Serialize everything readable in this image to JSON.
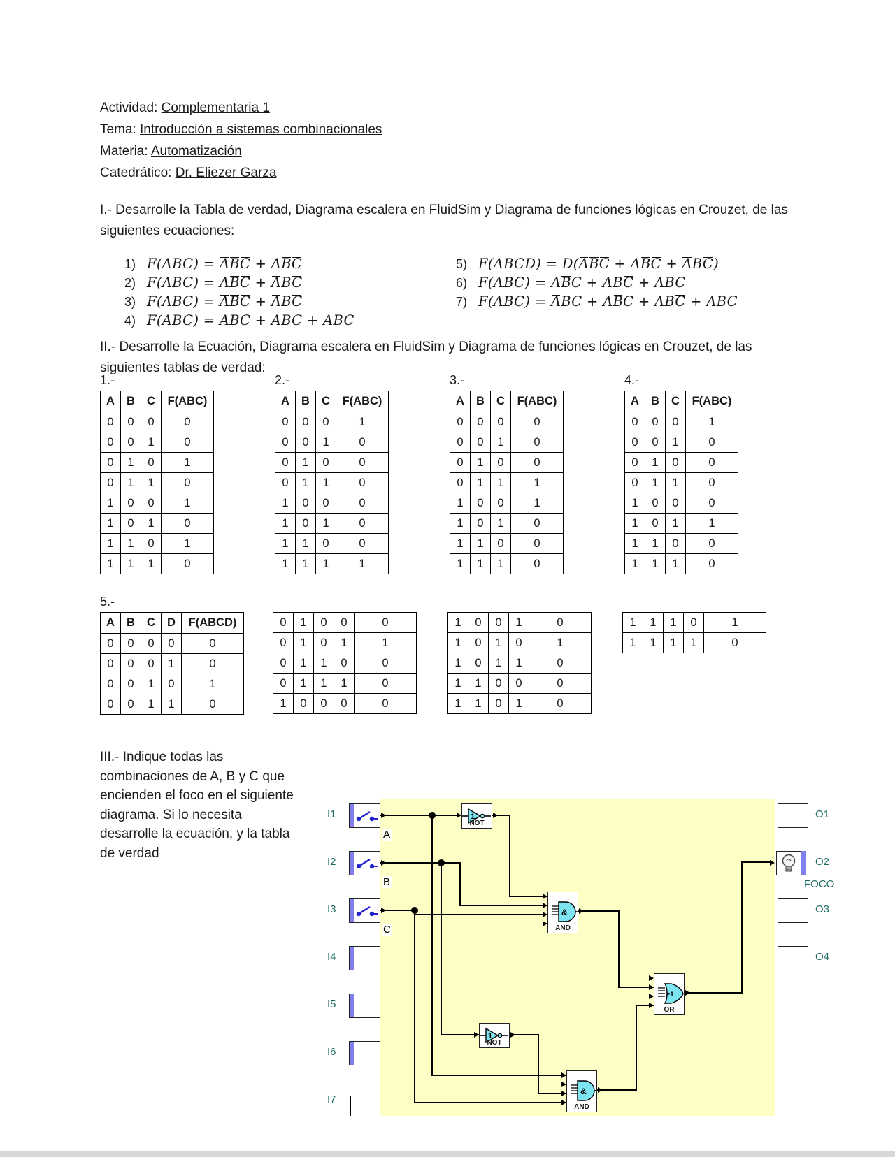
{
  "header": {
    "lines": [
      {
        "label": "Actividad: ",
        "value": "Complementaria 1"
      },
      {
        "label": "Tema: ",
        "value": "Introducción a sistemas combinacionales"
      },
      {
        "label": "Materia: ",
        "value": "Automatización"
      },
      {
        "label": "Catedrático: ",
        "value": "Dr. Eliezer Garza"
      }
    ]
  },
  "section1": {
    "intro": "I.- Desarrolle la Tabla de verdad, Diagrama escalera en FluidSim y Diagrama de funciones lógicas en Crouzet, de las siguientes ecuaciones:",
    "equations_left": [
      {
        "num": "1)",
        "expr": "F(ABC) = A̅B̅C̅ + AB̅C̅"
      },
      {
        "num": "2)",
        "expr": "F(ABC) = AB̅C̅ + A̅BC̅"
      },
      {
        "num": "3)",
        "expr": "F(ABC) = A̅B̅C̅ + A̅BC̅"
      },
      {
        "num": "4)",
        "expr": "F(ABC) = A̅B̅C̅ + ABC + A̅BC̅"
      }
    ],
    "equations_right": [
      {
        "num": "5)",
        "expr": "F(ABCD) = D(A̅B̅C̅ + AB̅C̅ + A̅BC̅)"
      },
      {
        "num": "6)",
        "expr": "F(ABC) = AB̅C + ABC̅ + ABC"
      },
      {
        "num": "7)",
        "expr": "F(ABC) = A̅BC + AB̅C + ABC̅ + ABC"
      }
    ]
  },
  "section2": {
    "intro": "II.- Desarrolle la Ecuación, Diagrama escalera en FluidSim y Diagrama de funciones lógicas en Crouzet, de las siguientes tablas de verdad:",
    "tables": [
      {
        "label": "1.-",
        "headers": [
          "A",
          "B",
          "C",
          "F(ABC)"
        ],
        "rows": [
          [
            "0",
            "0",
            "0",
            "0"
          ],
          [
            "0",
            "0",
            "1",
            "0"
          ],
          [
            "0",
            "1",
            "0",
            "1"
          ],
          [
            "0",
            "1",
            "1",
            "0"
          ],
          [
            "1",
            "0",
            "0",
            "1"
          ],
          [
            "1",
            "0",
            "1",
            "0"
          ],
          [
            "1",
            "1",
            "0",
            "1"
          ],
          [
            "1",
            "1",
            "1",
            "0"
          ]
        ]
      },
      {
        "label": "2.-",
        "headers": [
          "A",
          "B",
          "C",
          "F(ABC)"
        ],
        "rows": [
          [
            "0",
            "0",
            "0",
            "1"
          ],
          [
            "0",
            "0",
            "1",
            "0"
          ],
          [
            "0",
            "1",
            "0",
            "0"
          ],
          [
            "0",
            "1",
            "1",
            "0"
          ],
          [
            "1",
            "0",
            "0",
            "0"
          ],
          [
            "1",
            "0",
            "1",
            "0"
          ],
          [
            "1",
            "1",
            "0",
            "0"
          ],
          [
            "1",
            "1",
            "1",
            "1"
          ]
        ]
      },
      {
        "label": "3.-",
        "headers": [
          "A",
          "B",
          "C",
          "F(ABC)"
        ],
        "rows": [
          [
            "0",
            "0",
            "0",
            "0"
          ],
          [
            "0",
            "0",
            "1",
            "0"
          ],
          [
            "0",
            "1",
            "0",
            "0"
          ],
          [
            "0",
            "1",
            "1",
            "1"
          ],
          [
            "1",
            "0",
            "0",
            "1"
          ],
          [
            "1",
            "0",
            "1",
            "0"
          ],
          [
            "1",
            "1",
            "0",
            "0"
          ],
          [
            "1",
            "1",
            "1",
            "0"
          ]
        ]
      },
      {
        "label": "4.-",
        "headers": [
          "A",
          "B",
          "C",
          "F(ABC)"
        ],
        "rows": [
          [
            "0",
            "0",
            "0",
            "1"
          ],
          [
            "0",
            "0",
            "1",
            "0"
          ],
          [
            "0",
            "1",
            "0",
            "0"
          ],
          [
            "0",
            "1",
            "1",
            "0"
          ],
          [
            "1",
            "0",
            "0",
            "0"
          ],
          [
            "1",
            "0",
            "1",
            "1"
          ],
          [
            "1",
            "1",
            "0",
            "0"
          ],
          [
            "1",
            "1",
            "1",
            "0"
          ]
        ]
      }
    ],
    "table5_label": "5.-",
    "table5_fragments": [
      {
        "headers": [
          "A",
          "B",
          "C",
          "D",
          "F(ABCD)"
        ],
        "rows": [
          [
            "0",
            "0",
            "0",
            "0",
            "0"
          ],
          [
            "0",
            "0",
            "0",
            "1",
            "0"
          ],
          [
            "0",
            "0",
            "1",
            "0",
            "1"
          ],
          [
            "0",
            "0",
            "1",
            "1",
            "0"
          ]
        ]
      },
      {
        "rows": [
          [
            "0",
            "1",
            "0",
            "0",
            "0"
          ],
          [
            "0",
            "1",
            "0",
            "1",
            "1"
          ],
          [
            "0",
            "1",
            "1",
            "0",
            "0"
          ],
          [
            "0",
            "1",
            "1",
            "1",
            "0"
          ],
          [
            "1",
            "0",
            "0",
            "0",
            "0"
          ]
        ]
      },
      {
        "rows": [
          [
            "1",
            "0",
            "0",
            "1",
            "0"
          ],
          [
            "1",
            "0",
            "1",
            "0",
            "1"
          ],
          [
            "1",
            "0",
            "1",
            "1",
            "0"
          ],
          [
            "1",
            "1",
            "0",
            "0",
            "0"
          ],
          [
            "1",
            "1",
            "0",
            "1",
            "0"
          ]
        ]
      },
      {
        "rows": [
          [
            "1",
            "1",
            "1",
            "0",
            "1"
          ],
          [
            "1",
            "1",
            "1",
            "1",
            "0"
          ]
        ]
      }
    ]
  },
  "section3": {
    "intro": "III.- Indique todas las combinaciones de A, B y C que encienden el foco en el siguiente diagrama. Si lo necesita desarrolle la ecuación, y la tabla de verdad",
    "diagram": {
      "inputs": [
        {
          "id": "I1",
          "signal": "A",
          "switch": true
        },
        {
          "id": "I2",
          "signal": "B",
          "switch": true
        },
        {
          "id": "I3",
          "signal": "C",
          "switch": true
        },
        {
          "id": "I4"
        },
        {
          "id": "I5"
        },
        {
          "id": "I6"
        },
        {
          "id": "I7",
          "partial": true
        }
      ],
      "outputs": [
        {
          "id": "O1"
        },
        {
          "id": "O2",
          "sublabel": "FOCO",
          "bulb": true
        },
        {
          "id": "O3"
        },
        {
          "id": "O4"
        }
      ],
      "gates": [
        {
          "type": "not",
          "symbol": "1",
          "label": "NOT"
        },
        {
          "type": "and",
          "symbol": "&",
          "label": "AND"
        },
        {
          "type": "not",
          "symbol": "1",
          "label": "NOT"
        },
        {
          "type": "and",
          "symbol": "&",
          "label": "AND"
        },
        {
          "type": "or",
          "symbol": "≥1",
          "label": "OR"
        }
      ],
      "colors": {
        "canvas": "#FDFDC6",
        "module_bar": "#8080EC",
        "switch": "#2222CC",
        "gate_fill": "#7DE4F2",
        "io_label": "#1E6B64"
      }
    }
  }
}
